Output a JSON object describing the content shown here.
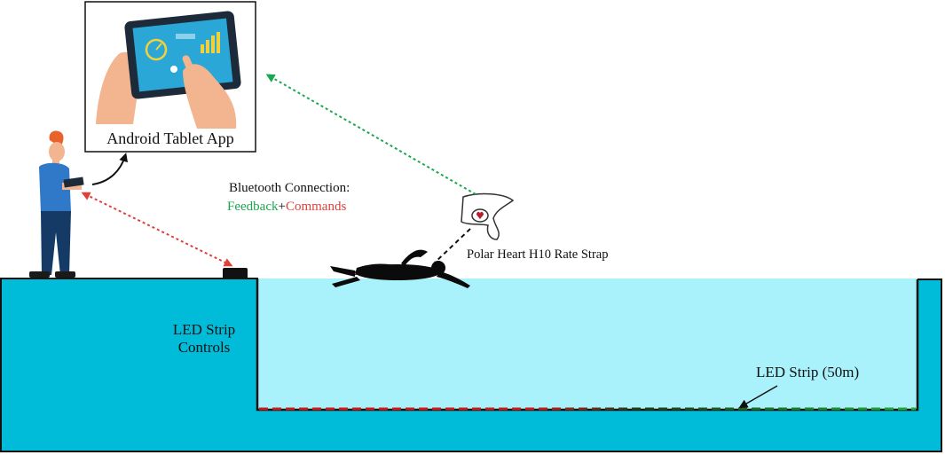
{
  "labels": {
    "tablet_app": "Android Tablet App",
    "bluetooth_title": "Bluetooth Connection:",
    "feedback": "Feedback",
    "plus": "+",
    "commands": "Commands",
    "heart_strap": "Polar Heart H10 Rate Strap",
    "led_controls_line1": "LED Strip",
    "led_controls_line2": "Controls",
    "led_strip": "LED Strip (50m)"
  },
  "colors": {
    "feedback": "#1aa84f",
    "commands": "#e0403a",
    "pool_deck": "#00bcd8",
    "pool_water": "#a9f2fb",
    "led_start": "#d01818",
    "led_end": "#28a838",
    "text": "#111111"
  },
  "icons": {
    "coach": "person-with-tablet-icon",
    "tablet": "tablet-in-hands-icon",
    "controller": "controller-box-icon",
    "swimmer": "swimmer-silhouette-icon",
    "strap": "heart-rate-strap-icon"
  }
}
